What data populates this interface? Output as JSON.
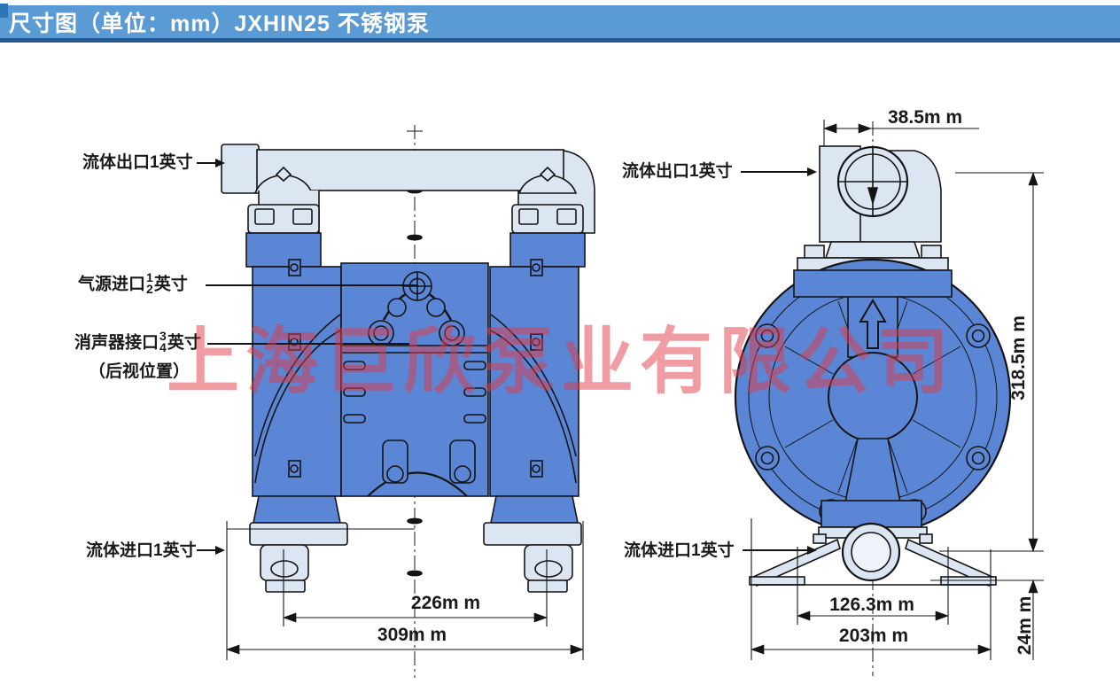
{
  "header": {
    "title": "尺寸图（单位：mm）JXHIN25 不锈钢泵"
  },
  "watermark": {
    "text": "上海巨欣泵业有限公司",
    "color": "#e03a46"
  },
  "front_view": {
    "labels": {
      "fluid_outlet": "流体出口1英寸",
      "air_inlet_prefix": "气源进口",
      "air_inlet_frac_num": "1",
      "air_inlet_frac_den": "2",
      "air_inlet_suffix": "英寸",
      "muffler_prefix": "消声器接口",
      "muffler_frac_num": "3",
      "muffler_frac_den": "4",
      "muffler_suffix": "英寸",
      "muffler_note": "（后视位置）",
      "fluid_inlet": "流体进口1英寸"
    },
    "dims": {
      "bolt_span": "226m m",
      "overall_width": "309m m"
    }
  },
  "side_view": {
    "labels": {
      "fluid_outlet": "流体出口1英寸",
      "fluid_inlet": "流体进口1英寸"
    },
    "dims": {
      "outlet_offset": "38.5m m",
      "overall_height": "318.5m m",
      "foot_span": "126.3m m",
      "overall_depth": "203m m",
      "base_height": "24m m"
    }
  },
  "colors": {
    "header_bg": "#5b9bd5",
    "header_border": "#24588f",
    "pump_blue": "#5b86d6",
    "pump_pale": "#dce6f3",
    "line": "#1a1a1a"
  }
}
